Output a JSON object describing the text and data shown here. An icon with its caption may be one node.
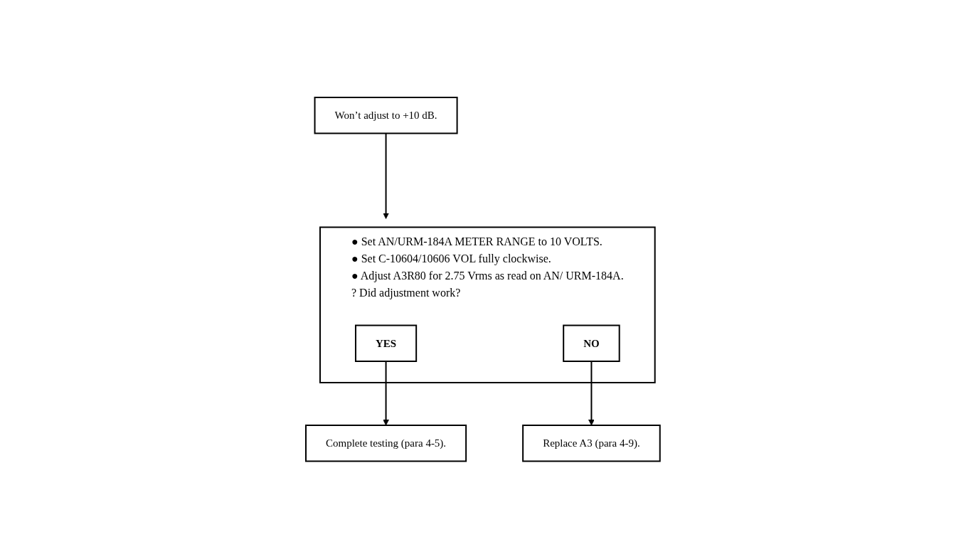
{
  "diagram": {
    "nodes": [
      {
        "text": [
          "Won’t adjust to +10 dB."
        ]
      },
      {
        "text": [
          "● Set AN/URM-184A METER RANGE to 10 VOLTS.",
          "● Set C-10604/10606 VOL fully clockwise.",
          "● Adjust A3R80 for 2.75 Vrms as read on AN/ URM-184A.",
          "? Did adjustment work?"
        ]
      },
      {
        "text": [
          "YES"
        ],
        "in": 1
      },
      {
        "text": [
          "NO"
        ],
        "in": 1
      },
      {
        "text": [
          "Complete testing (para 4-5)."
        ]
      },
      {
        "text": [
          "Replace A3 (para 4-9)."
        ]
      }
    ],
    "edges": [
      {
        "from": 0,
        "to": 1,
        "arrow": "to"
      },
      {
        "from": 2,
        "to": 4,
        "arrow": "to"
      },
      {
        "from": 3,
        "to": 5,
        "arrow": "to"
      }
    ]
  }
}
